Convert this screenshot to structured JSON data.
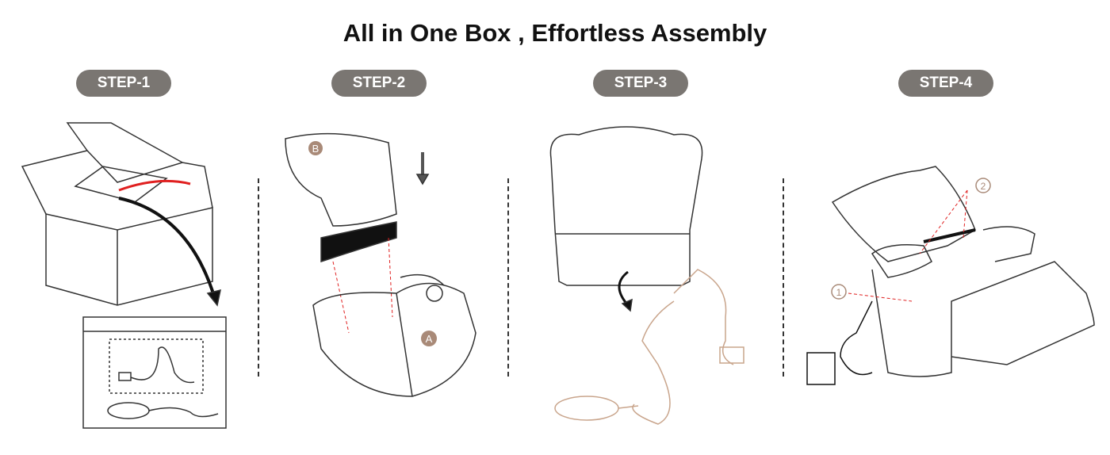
{
  "title": "All in One Box , Effortless Assembly",
  "steps": [
    {
      "label": "STEP-1"
    },
    {
      "label": "STEP-2",
      "markers": [
        "B",
        "A"
      ]
    },
    {
      "label": "STEP-3"
    },
    {
      "label": "STEP-4",
      "markers": [
        "1",
        "2"
      ]
    }
  ],
  "colors": {
    "pill": "#7a7672",
    "marker": "#a98a78",
    "cable": "#c9a58c",
    "accent": "#e02020"
  }
}
